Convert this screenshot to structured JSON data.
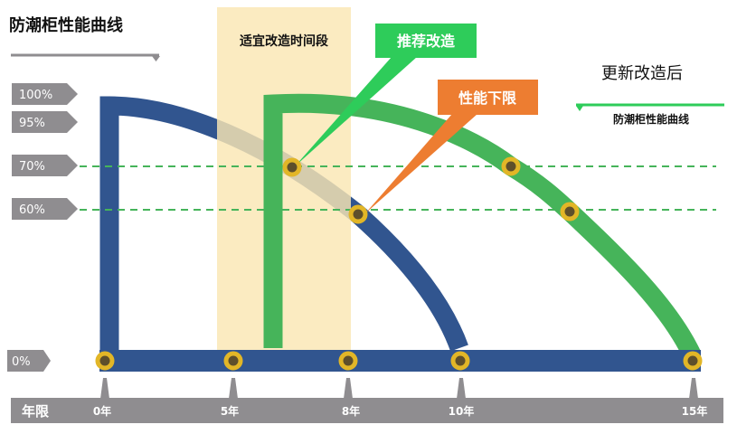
{
  "title": "防潮柜性能曲线",
  "band_label": "适宜改造时间段",
  "callouts": {
    "recommend": "推荐改造",
    "limit": "性能下限"
  },
  "legend": {
    "title": "更新改造后",
    "subtitle": "防潮柜性能曲线"
  },
  "y_labels": [
    "100%",
    "95%",
    "70%",
    "60%",
    "0%"
  ],
  "x_axis": {
    "label": "年限",
    "ticks": [
      "0年",
      "5年",
      "8年",
      "10年",
      "15年"
    ]
  },
  "colors": {
    "original": "#31558f",
    "renewed": "#46b45a",
    "band": "#fae7b3",
    "recommend": "#2ecc5a",
    "limit": "#ed7d31",
    "tag": "#8f8d90",
    "dot": "#e2b627"
  }
}
